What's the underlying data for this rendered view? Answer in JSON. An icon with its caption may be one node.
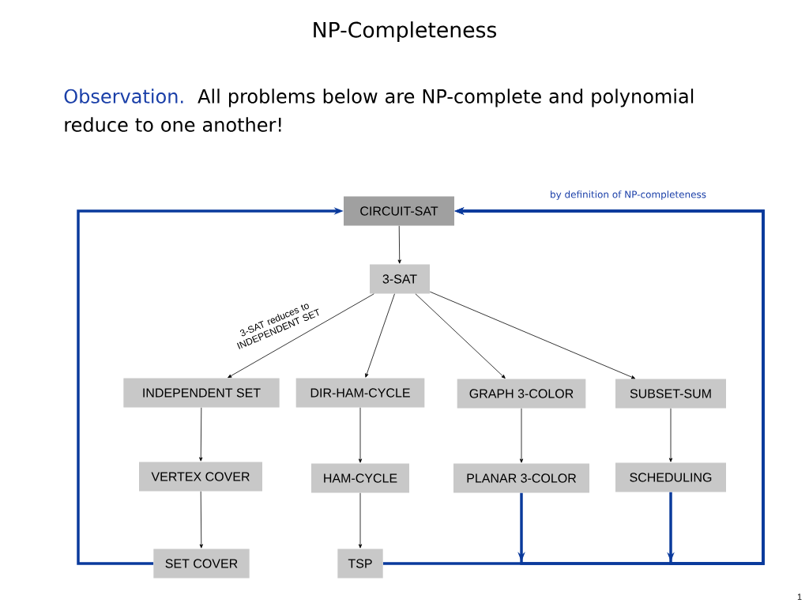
{
  "diagram": {
    "title": "NP-Completeness",
    "nodes": [
      {
        "text": [
          "CIRCUIT-SAT"
        ]
      },
      {
        "text": [
          "3-SAT"
        ]
      },
      {
        "text": [
          "INDEPENDENT SET"
        ]
      },
      {
        "text": [
          "DIR-HAM-CYCLE"
        ]
      },
      {
        "text": [
          "GRAPH 3-COLOR"
        ]
      },
      {
        "text": [
          "SUBSET-SUM"
        ]
      },
      {
        "text": [
          "VERTEX COVER"
        ]
      },
      {
        "text": [
          "HAM-CYCLE"
        ]
      },
      {
        "text": [
          "PLANAR 3-COLOR"
        ]
      },
      {
        "text": [
          "SCHEDULING"
        ]
      },
      {
        "text": [
          "SET COVER"
        ]
      },
      {
        "text": [
          "TSP"
        ]
      }
    ],
    "edges": [
      {
        "from": 0,
        "to": 1,
        "arrow": "to"
      },
      {
        "from": 1,
        "to": 2,
        "arrow": "to",
        "label": "3-SAT reduces to INDEPENDENT SET"
      },
      {
        "from": 1,
        "to": 3,
        "arrow": "to"
      },
      {
        "from": 1,
        "to": 4,
        "arrow": "to"
      },
      {
        "from": 1,
        "to": 5,
        "arrow": "to"
      },
      {
        "from": 2,
        "to": 6,
        "arrow": "to"
      },
      {
        "from": 3,
        "to": 7,
        "arrow": "to"
      },
      {
        "from": 4,
        "to": 8,
        "arrow": "to"
      },
      {
        "from": 5,
        "to": 9,
        "arrow": "to"
      },
      {
        "from": 6,
        "to": 10,
        "arrow": "to"
      },
      {
        "from": 7,
        "to": 11,
        "arrow": "to"
      },
      {
        "from": 10,
        "to": 0,
        "arrow": "to",
        "style": "thick",
        "color": "#0a3a9c"
      },
      {
        "from": 11,
        "to": 0,
        "arrow": "to",
        "style": "thick",
        "color": "#0a3a9c",
        "label": "by definition of NP-completeness"
      },
      {
        "from": 8,
        "to": 0,
        "arrow": "to",
        "style": "thick",
        "color": "#0a3a9c"
      },
      {
        "from": 9,
        "to": 0,
        "arrow": "to",
        "style": "thick",
        "color": "#0a3a9c"
      }
    ],
    "labels": [
      "Observation.",
      "All problems below are NP-complete and polynomial reduce to one another!",
      "1"
    ]
  }
}
